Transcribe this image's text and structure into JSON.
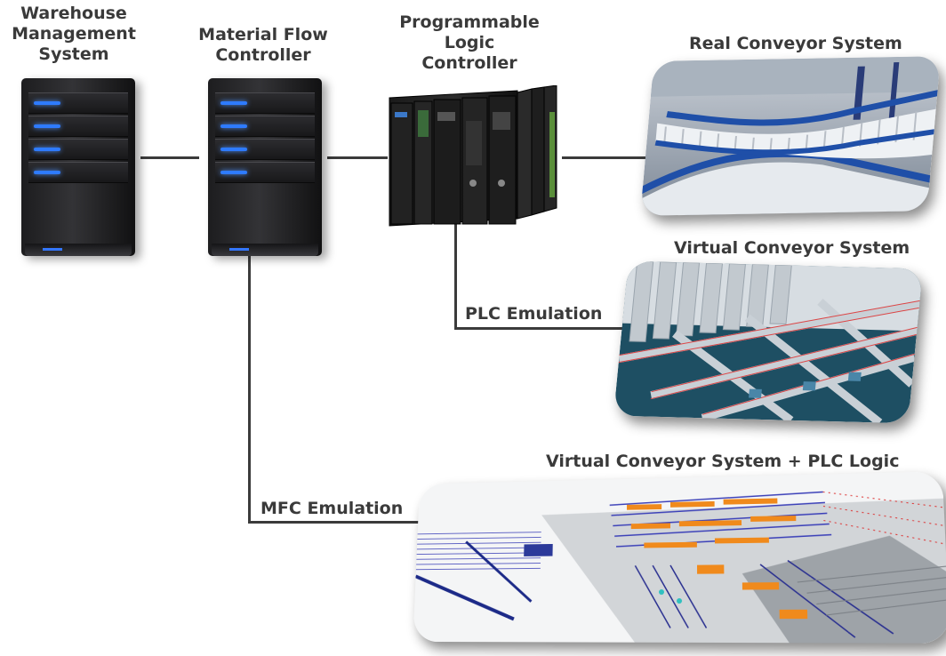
{
  "nodes": {
    "wms": {
      "title": [
        "Warehouse",
        "Management",
        "System"
      ]
    },
    "mfc": {
      "title": [
        "Material Flow",
        "Controller"
      ]
    },
    "plc": {
      "title": [
        "Programmable",
        "Logic",
        "Controller"
      ]
    }
  },
  "panels": {
    "real": {
      "title": "Real Conveyor System"
    },
    "virtual": {
      "title": "Virtual Conveyor System"
    },
    "virtual_plc": {
      "title": "Virtual Conveyor System + PLC Logic"
    }
  },
  "connections": {
    "plc_emulation": "PLC Emulation",
    "mfc_emulation": "MFC Emulation"
  },
  "colors": {
    "label": "#3a3a3a",
    "wire": "#3b3b3b",
    "server_led": "#2e7bff",
    "conveyor_blue": "#1f4fa8",
    "orange": "#f08a1c"
  }
}
